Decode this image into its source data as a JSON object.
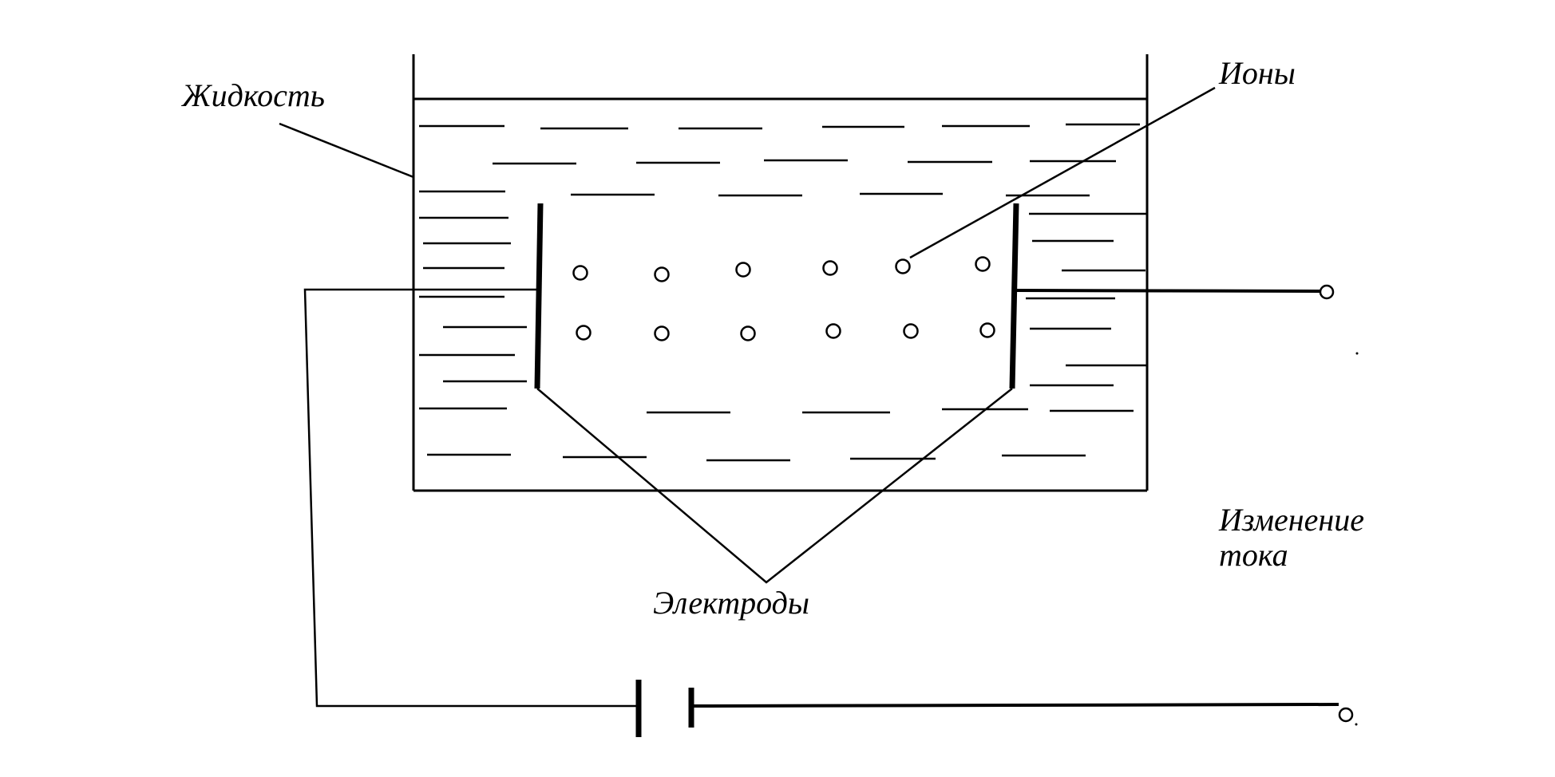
{
  "labels": {
    "liquid": "Жидкость",
    "ions": "Ионы",
    "current_change_line1": "Изменение",
    "current_change_line2": "тока",
    "electrodes": "Электроды"
  },
  "colors": {
    "ink": "#000000",
    "background": "#ffffff"
  }
}
